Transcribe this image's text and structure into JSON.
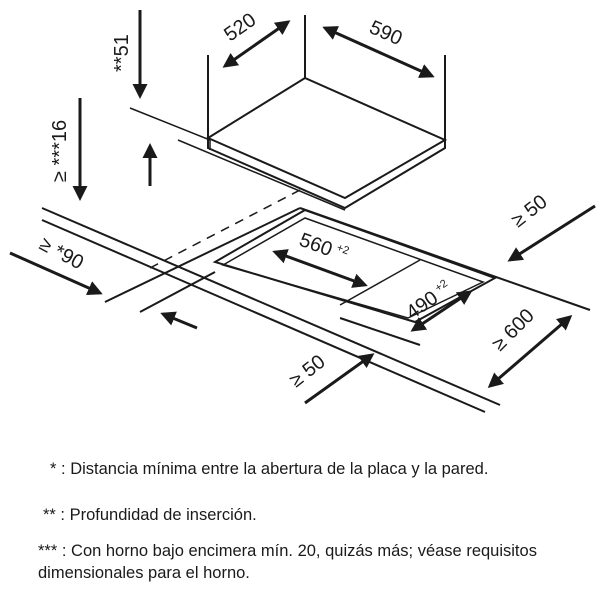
{
  "dimensions": {
    "hob_width": "590",
    "hob_depth": "520",
    "insertion_depth": "**51",
    "oven_gap": "***16",
    "oven_gap_prefix": "≥",
    "cutout_width": "560",
    "cutout_width_tol": "+2",
    "cutout_depth": "490",
    "cutout_depth_tol": "+2",
    "counter_depth": "600",
    "counter_depth_prefix": "≥",
    "wall_gap": "*90",
    "wall_gap_prefix": "≥",
    "rear_gap": "50",
    "rear_gap_prefix": "≥",
    "side_gap": "50",
    "side_gap_prefix": "≥"
  },
  "notes": [
    {
      "marker": "* :",
      "text": "Distancia mínima entre la abertura de la placa y la pared."
    },
    {
      "marker": "** :",
      "text": "Profundidad de inserción."
    },
    {
      "marker": "*** :",
      "text": "Con horno bajo encimera mín. 20, quizás más; véase requisitos dimensionales para el horno."
    }
  ]
}
